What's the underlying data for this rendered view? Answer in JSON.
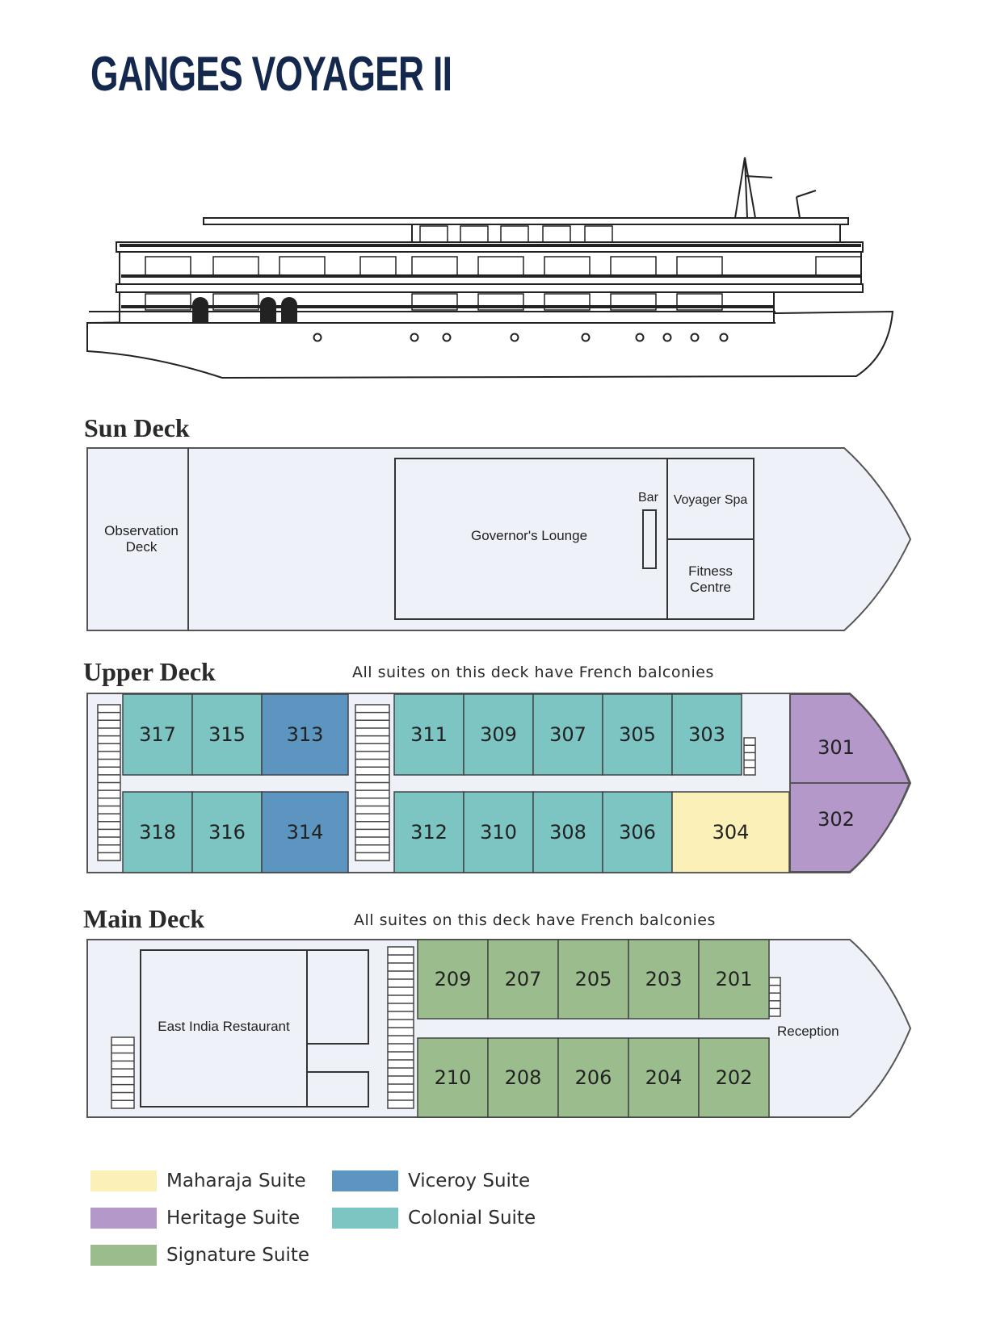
{
  "title": "GANGES VOYAGER II",
  "colors": {
    "maharaja": "#fbf0b8",
    "heritage": "#b398c9",
    "signature": "#9bbd8d",
    "viceroy": "#5b95c0",
    "colonial": "#7cc5c3",
    "deck_fill": "#eef1f8",
    "outline": "#555555"
  },
  "sun_deck": {
    "label": "Sun Deck",
    "observation": [
      "Observation",
      "Deck"
    ],
    "lounge": "Governor's Lounge",
    "bar": "Bar",
    "spa": "Voyager Spa",
    "fitness": [
      "Fitness",
      "Centre"
    ]
  },
  "upper_deck": {
    "label": "Upper Deck",
    "note": "All suites on this deck have French balconies",
    "top_rooms": [
      "317",
      "315",
      "313",
      "311",
      "309",
      "307",
      "305",
      "303"
    ],
    "bottom_rooms": [
      "318",
      "316",
      "314",
      "312",
      "310",
      "308",
      "306",
      "304"
    ],
    "bow_rooms": [
      "301",
      "302"
    ]
  },
  "main_deck": {
    "label": "Main Deck",
    "note": "All suites on this deck have French balconies",
    "restaurant": "East India Restaurant",
    "reception": "Reception",
    "top_rooms": [
      "209",
      "207",
      "205",
      "203",
      "201"
    ],
    "bottom_rooms": [
      "210",
      "208",
      "206",
      "204",
      "202"
    ]
  },
  "legend": [
    {
      "label": "Maharaja Suite",
      "color": "#fbf0b8"
    },
    {
      "label": "Heritage Suite",
      "color": "#b398c9"
    },
    {
      "label": "Signature Suite",
      "color": "#9bbd8d"
    },
    {
      "label": "Viceroy Suite",
      "color": "#5b95c0"
    },
    {
      "label": "Colonial Suite",
      "color": "#7cc5c3"
    }
  ]
}
